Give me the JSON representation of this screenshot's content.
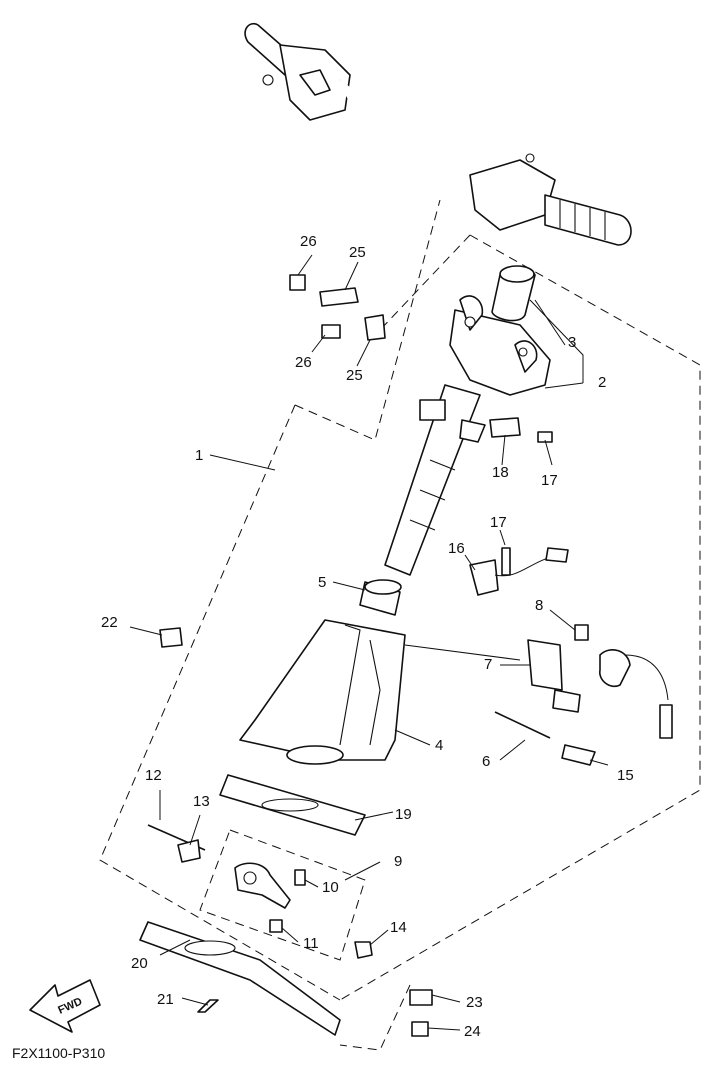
{
  "diagram_code": "F2X1100-P310",
  "fwd_label": "FWD",
  "callouts": {
    "c1": "1",
    "c2": "2",
    "c3": "3",
    "c4": "4",
    "c5": "5",
    "c6": "6",
    "c7": "7",
    "c8": "8",
    "c9": "9",
    "c10": "10",
    "c11": "11",
    "c12": "12",
    "c13": "13",
    "c14": "14",
    "c15": "15",
    "c16": "16",
    "c17a": "17",
    "c17b": "17",
    "c18": "18",
    "c19": "19",
    "c20": "20",
    "c21": "21",
    "c22": "22",
    "c23": "23",
    "c24": "24",
    "c25a": "25",
    "c25b": "25",
    "c26a": "26",
    "c26b": "26"
  }
}
